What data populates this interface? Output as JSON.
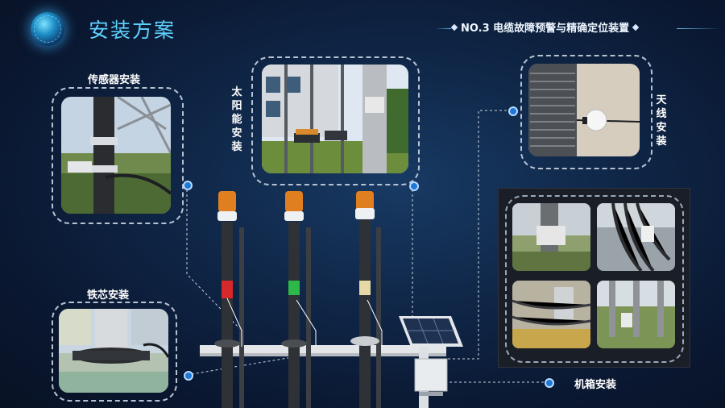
{
  "header": {
    "title": "安装方案",
    "subtitle": "NO.3 电缆故障预警与精确定位装置",
    "logo_icon": "globe-icon"
  },
  "panels": {
    "sensor": {
      "label": "传感器安装"
    },
    "solar": {
      "label": "太阳能安装"
    },
    "antenna": {
      "label": "天线安装"
    },
    "core": {
      "label": "铁芯安装"
    },
    "cabinet": {
      "label": "机箱安装"
    }
  },
  "colors": {
    "accent": "#5fd2ff",
    "background": "#0c1a33",
    "connector": "#1e78d8"
  }
}
